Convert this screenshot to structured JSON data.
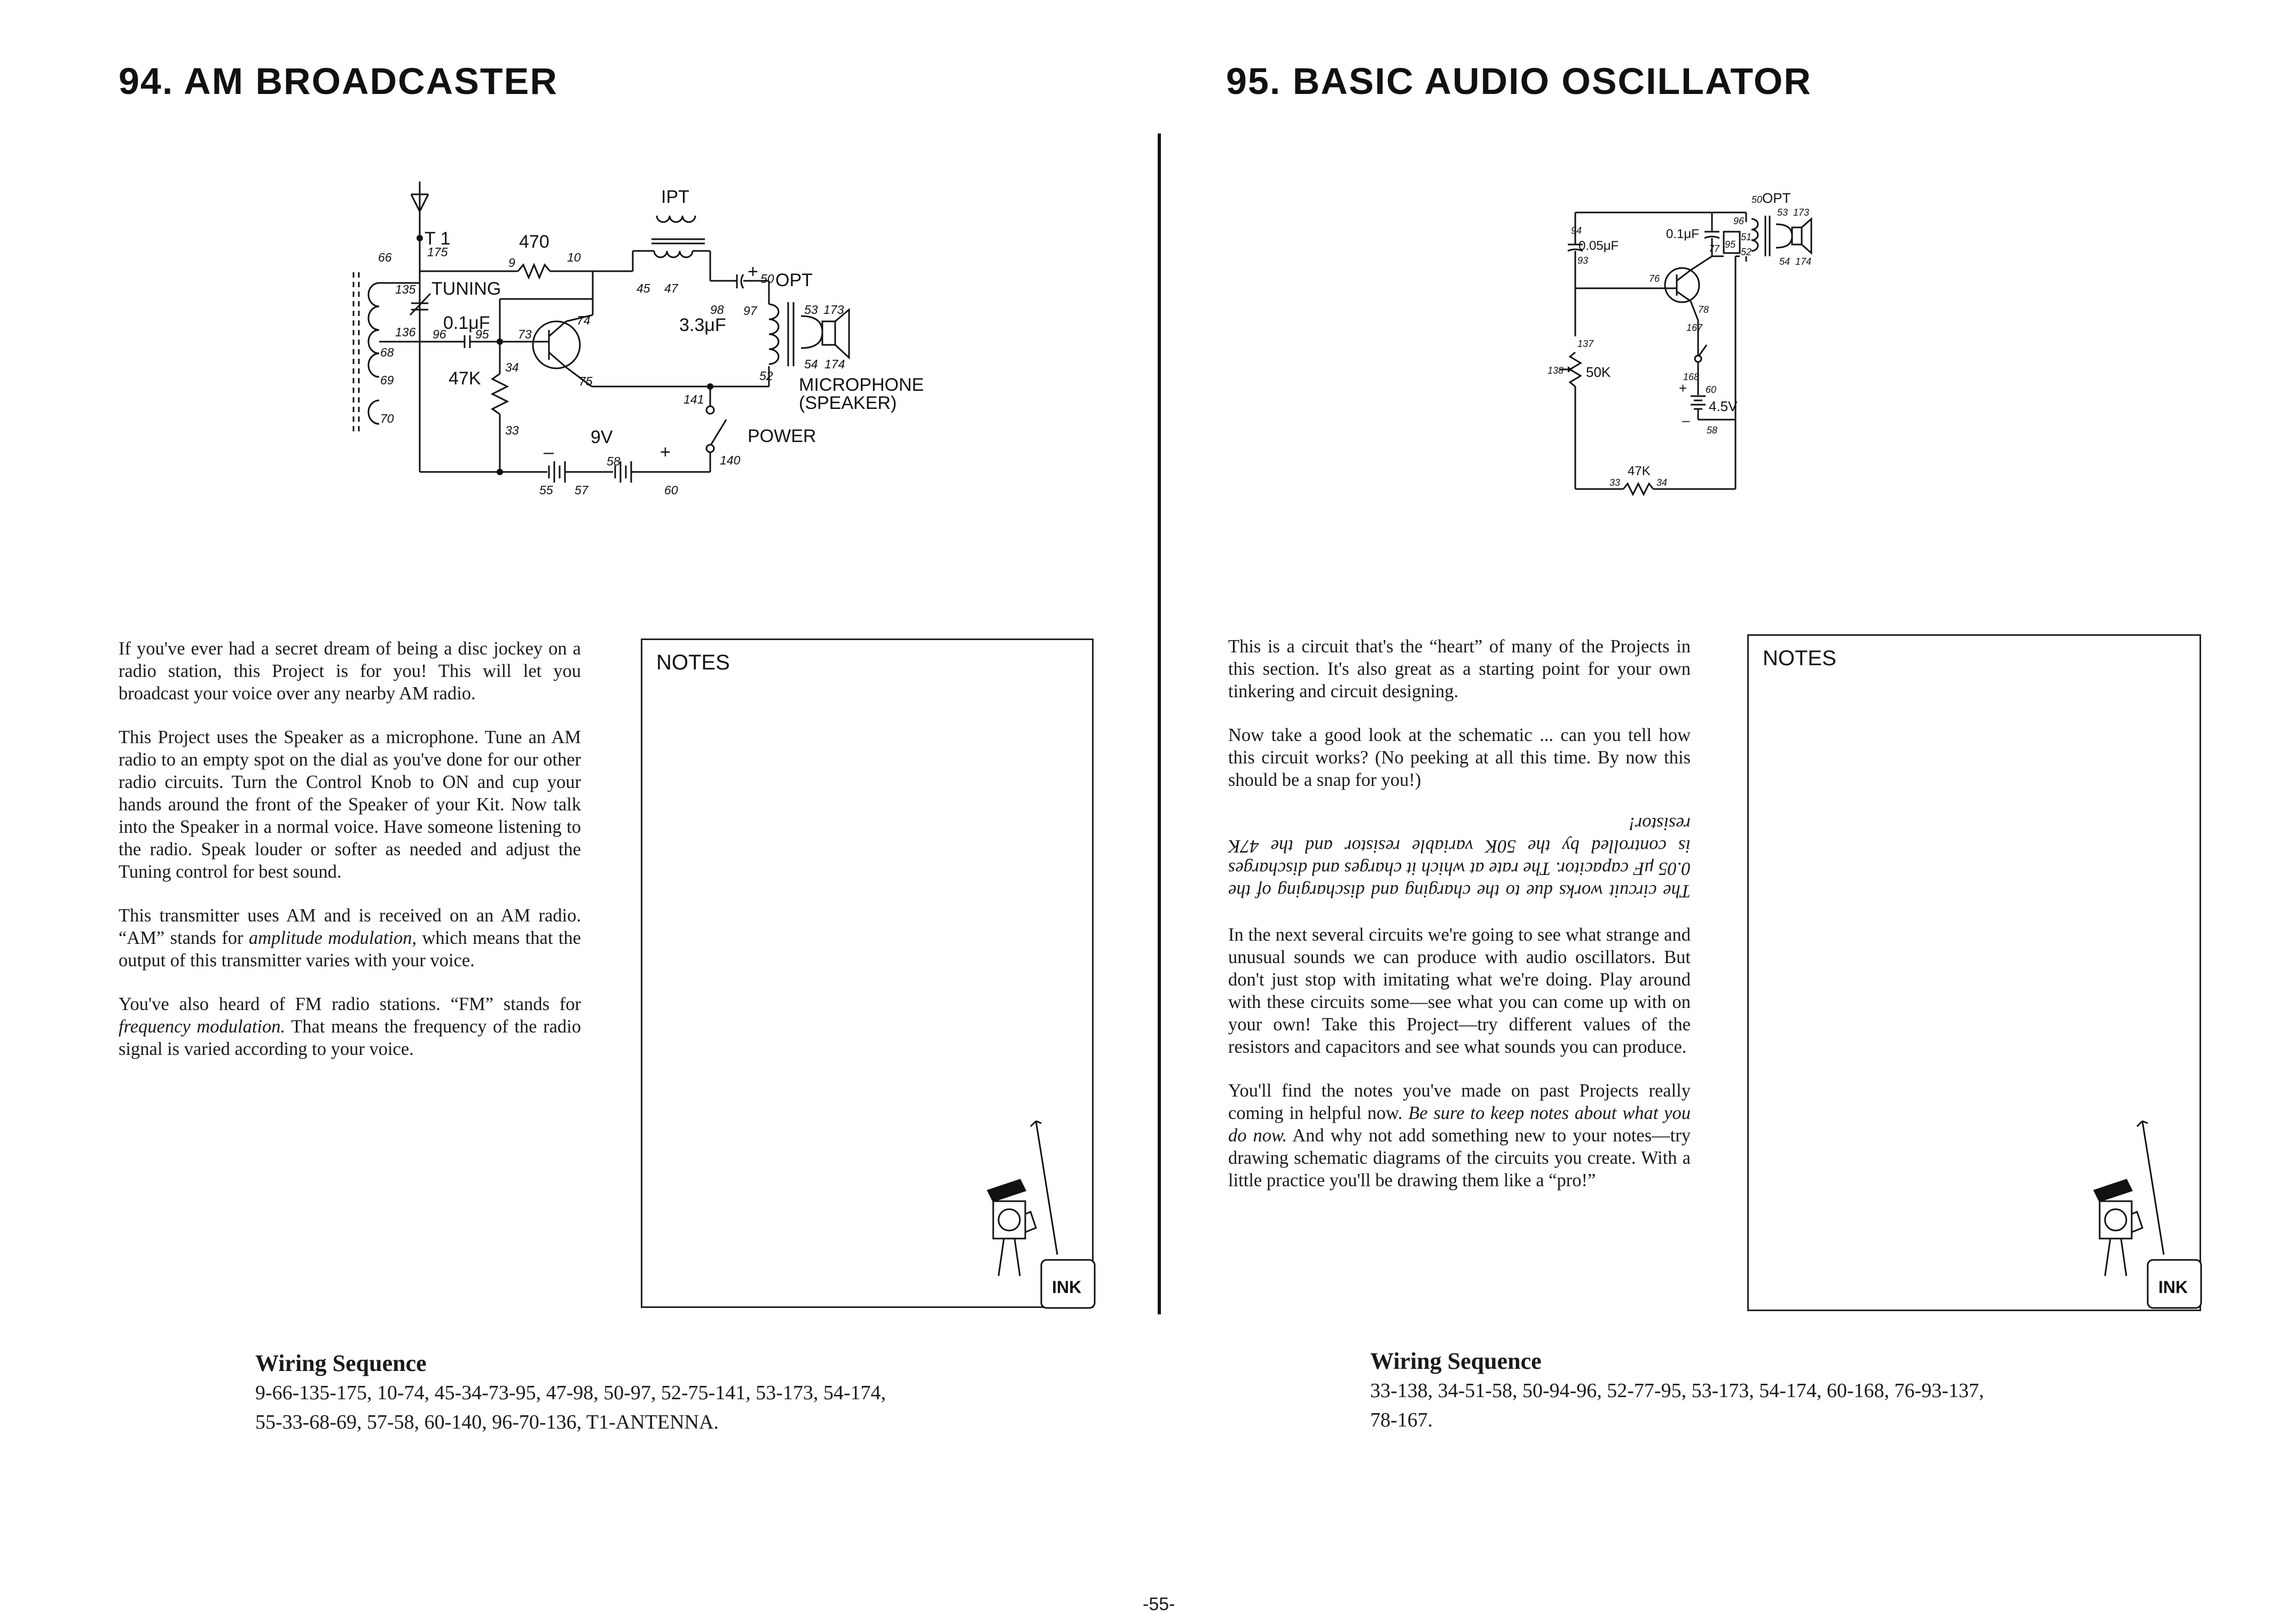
{
  "left": {
    "title": "94. AM BROADCASTER",
    "schematic": {
      "labels": {
        "t1": "T 1",
        "r470": "470",
        "ipt": "IPT",
        "tuning": "TUNING",
        "c01": "0.1μF",
        "r47k": "47K",
        "c33": "3.3μF",
        "opt": "OPT",
        "plus50": "+",
        "mic": "MICROPHONE",
        "speaker": "(SPEAKER)",
        "power": "POWER",
        "v9": "9V",
        "minus": "–",
        "plus": "+"
      },
      "terms": {
        "n175": "175",
        "n66": "66",
        "n9": "9",
        "n10": "10",
        "n135a": "135",
        "n135b": "136",
        "n96": "96",
        "n95": "95",
        "n73": "73",
        "n68": "68",
        "n69": "69",
        "n70": "70",
        "n34": "34",
        "n74": "74",
        "n75": "75",
        "n33": "33",
        "n45": "45",
        "n47": "47",
        "n98": "98",
        "n97": "97",
        "n50": "50",
        "n53": "53",
        "n173": "173",
        "n54": "54",
        "n174": "174",
        "n52": "52",
        "n141": "141",
        "n140": "140",
        "n58": "58",
        "n55": "55",
        "n57": "57",
        "n60": "60"
      }
    },
    "paragraphs": [
      "If you've ever had a secret dream of being a disc jockey on a radio station, this Project is for you! This will let you broadcast your voice over any nearby AM radio.",
      "This Project uses the Speaker as a microphone. Tune an AM radio to an empty spot on the dial as you've done for our other radio circuits. Turn the Control Knob to ON and cup your hands around the front of the Speaker of your Kit. Now talk into the Speaker in a normal voice. Have someone listening to the radio. Speak louder or softer as needed and adjust the Tuning control for best sound."
    ],
    "p3": {
      "before": "This transmitter uses AM and is received on an AM radio. “AM” stands for ",
      "em": "amplitude modulation,",
      "after": " which means that the output of this transmitter varies with your voice."
    },
    "p4": {
      "before": "You've also heard of FM radio stations. “FM” stands for ",
      "em": "frequency modulation.",
      "after": " That means the frequency of the radio signal is varied according to your voice."
    },
    "notes_label": "NOTES",
    "ink_label": "INK",
    "wiring_title": "Wiring Sequence",
    "wiring_line1": "9-66-135-175, 10-74, 45-34-73-95, 47-98, 50-97, 52-75-141, 53-173, 54-174,",
    "wiring_line2": "55-33-68-69, 57-58, 60-140, 96-70-136, T1-ANTENNA."
  },
  "right": {
    "title": "95. BASIC AUDIO OSCILLATOR",
    "schematic": {
      "labels": {
        "opt": "OPT",
        "c005": "0.05μF",
        "c01": "0.1μF",
        "r50k": "50K",
        "r47k": "47K",
        "v45": "4.5V",
        "plus": "+",
        "minus": "–"
      },
      "terms": {
        "n50": "50",
        "n94": "94",
        "n93": "93",
        "n96": "96",
        "n51": "51",
        "n52": "52",
        "n53": "53",
        "n173": "173",
        "n54": "54",
        "n174": "174",
        "n77": "77",
        "n95": "95",
        "n76": "76",
        "n78": "78",
        "n167": "167",
        "n137": "137",
        "n138": "138",
        "n168": "168",
        "n60": "60",
        "n58": "58",
        "n33": "33",
        "n34": "34"
      }
    },
    "paragraphs": [
      "This is a circuit that's the “heart” of many of the Projects in this section. It's also great as a starting point for your own tinkering and circuit designing.",
      "Now take a good look at the schematic ... can you tell how this circuit works? (No peeking at all this time. By now this should be a snap for you!)"
    ],
    "upside_down": "The circuit works due to the charging and discharging of the 0.05 μF capacitor. The rate at which it charges and discharges is controlled by the 50K variable resistor and the 47K resistor!",
    "paragraphs2": [
      "In the next several circuits we're going to see what strange and unusual sounds we can produce with audio oscillators. But don't just stop with imitating what we're doing. Play around with these circuits some—see what you can come up with on your own! Take this Project—try different values of the resistors and capacitors and see what sounds you can produce."
    ],
    "p_last": {
      "before": "You'll find the notes you've made on past Projects really coming in helpful now. ",
      "em": "Be sure to keep notes about what you do now.",
      "after": " And why not add something new to your notes—try drawing schematic diagrams of the circuits you create. With a little practice you'll be drawing them like a “pro!”"
    },
    "notes_label": "NOTES",
    "ink_label": "INK",
    "wiring_title": "Wiring Sequence",
    "wiring_line1": "33-138, 34-51-58, 50-94-96, 52-77-95, 53-173, 54-174, 60-168, 76-93-137,",
    "wiring_line2": "78-167."
  },
  "page_number": "-55-"
}
